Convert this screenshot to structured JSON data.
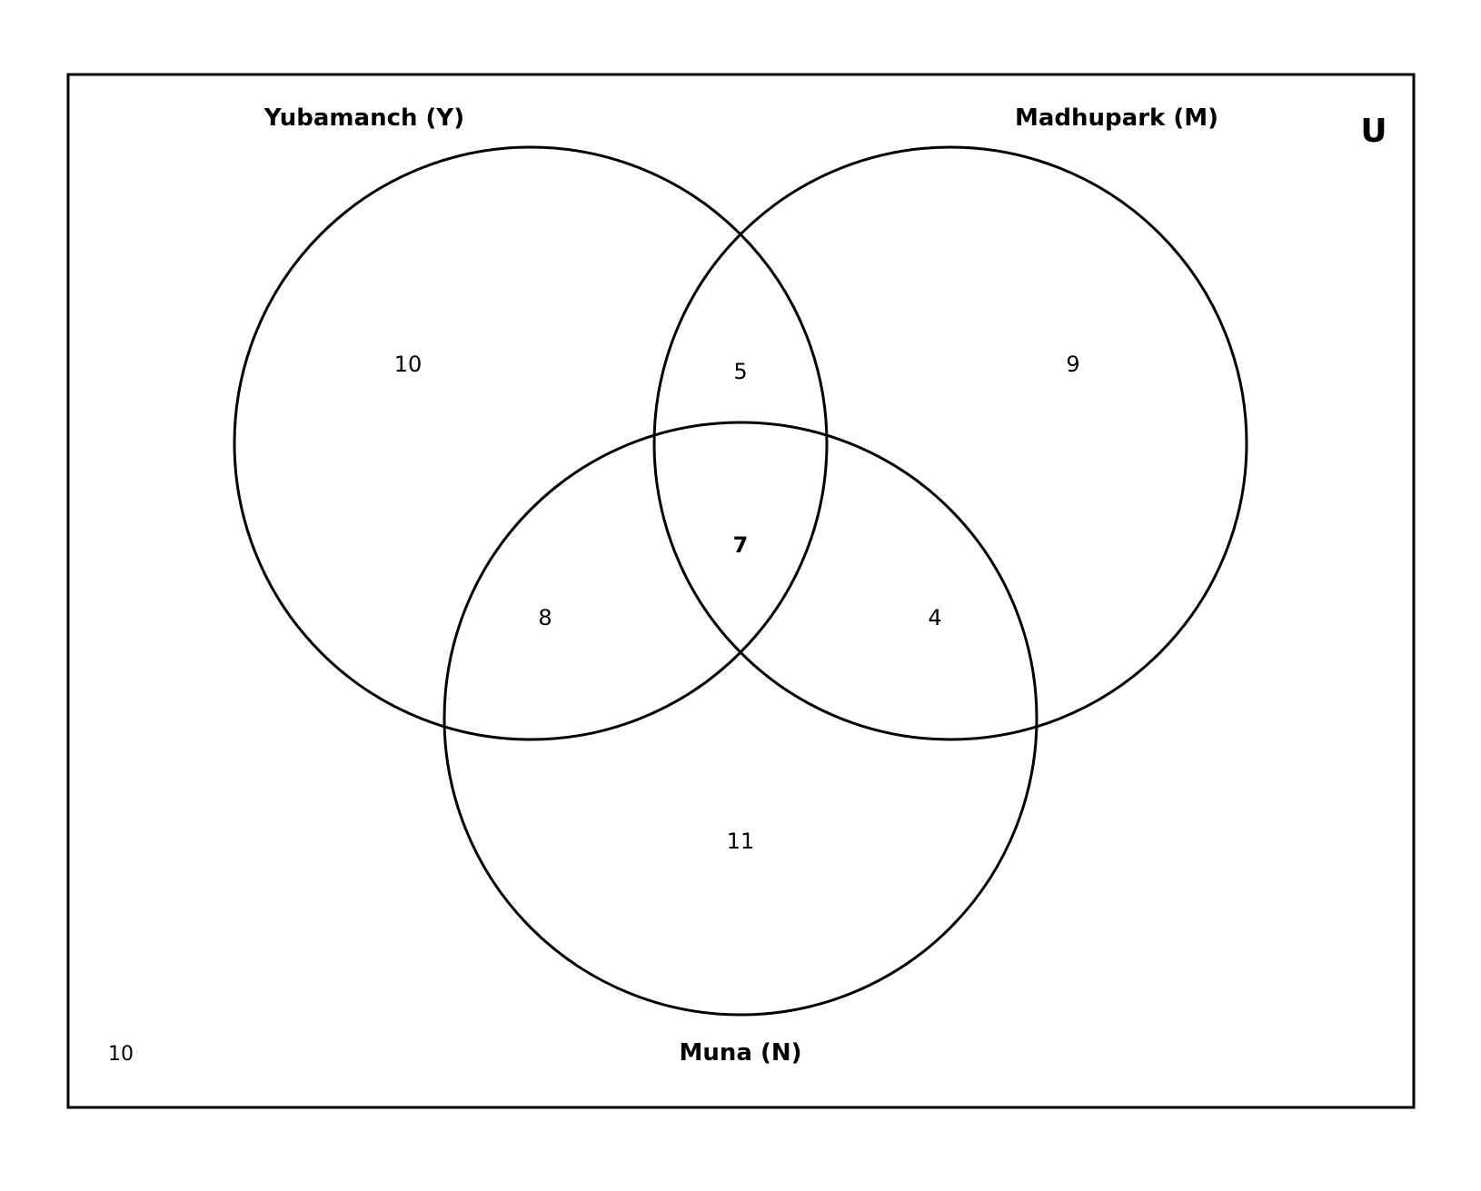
{
  "universe": {
    "label": "U",
    "outside_value": "10"
  },
  "sets": {
    "y": {
      "label": "Yubamanch (Y)"
    },
    "m": {
      "label": "Madhupark (M)"
    },
    "n": {
      "label": "Muna (N)"
    }
  },
  "regions": {
    "y_only": "10",
    "m_only": "9",
    "n_only": "11",
    "y_and_m": "5",
    "y_and_n": "8",
    "m_and_n": "4",
    "y_m_n": "7"
  }
}
